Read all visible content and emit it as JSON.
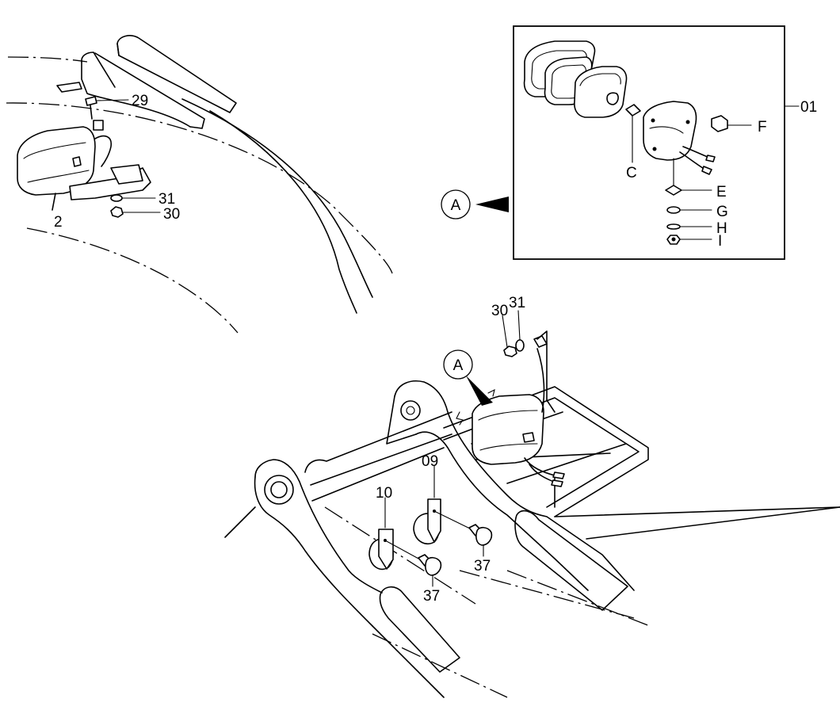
{
  "callouts": {
    "p01": "01",
    "p2": "2",
    "p29": "29",
    "p30_top": "30",
    "p31_top": "31",
    "p30_mid": "30",
    "p31_mid": "31",
    "p09": "09",
    "p10": "10",
    "p37_a": "37",
    "p37_b": "37"
  },
  "detail_view": {
    "ref_letter": "A",
    "ref_letter_main": "A",
    "letters": {
      "C": "C",
      "E": "E",
      "F": "F",
      "G": "G",
      "H": "H",
      "I": "I"
    }
  }
}
